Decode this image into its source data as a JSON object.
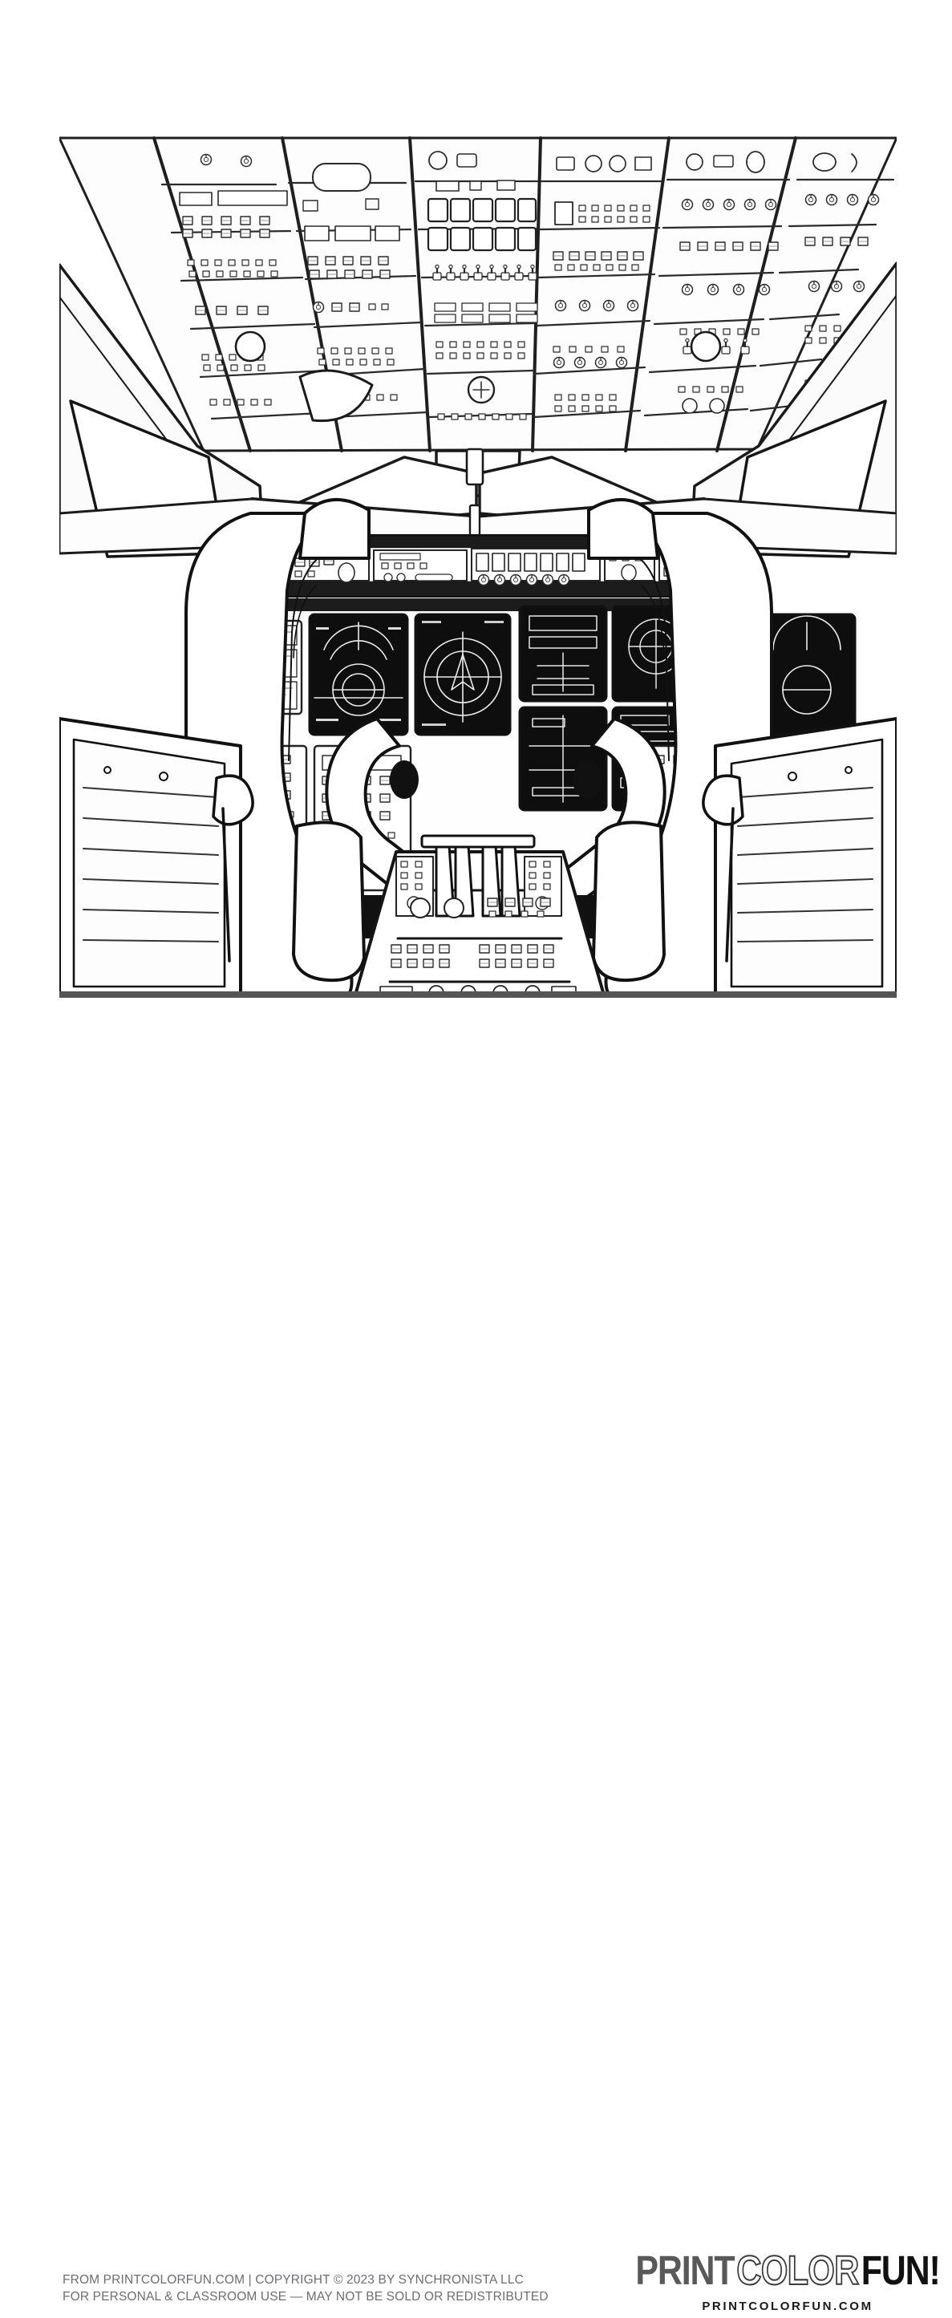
{
  "page": {
    "title": "Airplane cockpit coloring page",
    "background_color": "#ffffff"
  },
  "artwork": {
    "name": "airplane-cockpit-line-art",
    "subject": "Airliner flight deck interior",
    "style": "black and white coloring-book line art",
    "ink_color": "#1a1a1a",
    "fill_color": "#ffffff",
    "screen_color": "#111111",
    "regions": [
      {
        "id": "overhead-panel",
        "label": "Overhead switch panel"
      },
      {
        "id": "windshield",
        "label": "Forward windshield"
      },
      {
        "id": "glareshield",
        "label": "Glareshield"
      },
      {
        "id": "main-instrument-panel",
        "label": "Main instrument panel"
      },
      {
        "id": "pfd-left",
        "label": "Captain primary flight display"
      },
      {
        "id": "nd-left",
        "label": "Captain navigation display"
      },
      {
        "id": "engine-displays",
        "label": "Center engine / system displays"
      },
      {
        "id": "pfd-right",
        "label": "First officer primary flight display"
      },
      {
        "id": "nd-right",
        "label": "First officer navigation display"
      },
      {
        "id": "yoke-left",
        "label": "Captain control yoke"
      },
      {
        "id": "yoke-right",
        "label": "First officer control yoke"
      },
      {
        "id": "center-pedestal",
        "label": "Center pedestal with throttle levers"
      },
      {
        "id": "seat-left",
        "label": "Captain seat"
      },
      {
        "id": "seat-right",
        "label": "First officer seat"
      },
      {
        "id": "sidewall-left",
        "label": "Left sidewall panel"
      },
      {
        "id": "sidewall-right",
        "label": "Right sidewall panel"
      }
    ]
  },
  "footer": {
    "credit_line_1": "FROM PRINTCOLORFUN.COM  |  COPYRIGHT © 2023 BY SYNCHRONISTA LLC",
    "credit_line_2": "FOR PERSONAL & CLASSROOM USE — MAY NOT BE SOLD OR REDISTRIBUTED",
    "credit_color": "#6e6e72"
  },
  "logo": {
    "word_print": "PRINT",
    "word_color": "COLOR",
    "word_fun": "FUN!",
    "url": "PRINTCOLORFUN.COM",
    "print_color": "#595959",
    "color_outline": "#3a3a3a",
    "fun_color": "#111111"
  }
}
